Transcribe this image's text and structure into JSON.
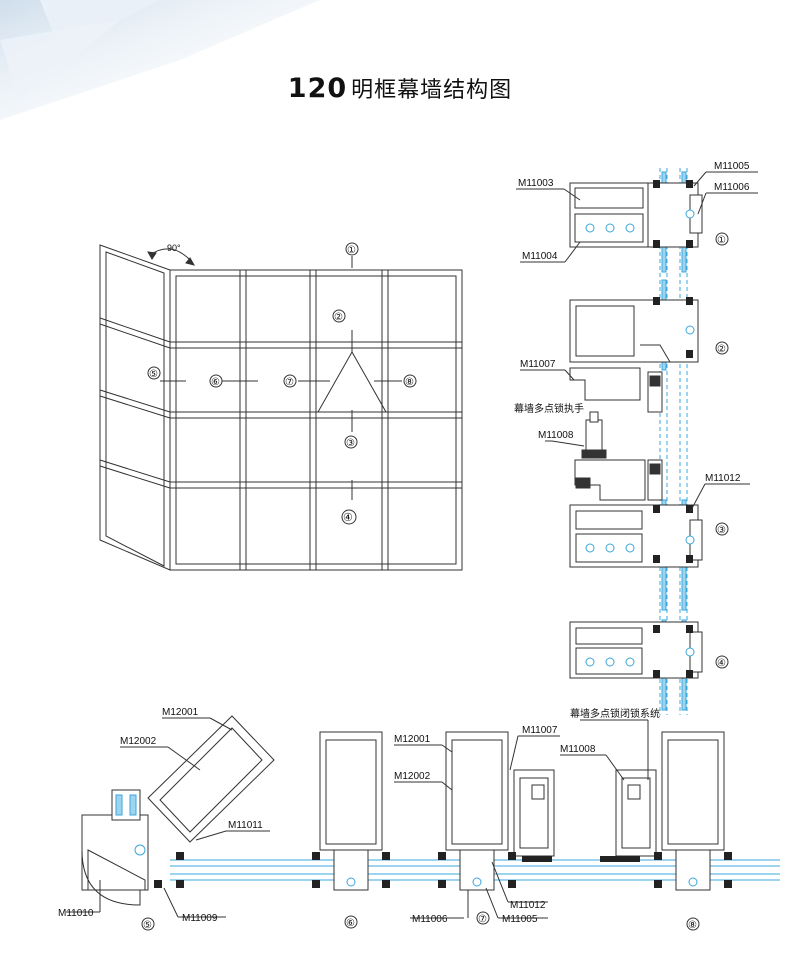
{
  "title": {
    "number": "120",
    "text": "明框幕墙结构图"
  },
  "overview": {
    "angle_label": "90°",
    "markers": [
      "①",
      "②",
      "③",
      "④",
      "⑤",
      "⑥",
      "⑦",
      "⑧"
    ]
  },
  "vertical_section": {
    "labels": {
      "m11003": "M11003",
      "m11005": "M11005",
      "m11006": "M11006",
      "m11004": "M11004",
      "m11007": "M11007",
      "handle": "幕墙多点锁执手",
      "m11008": "M11008",
      "m11012": "M11012"
    },
    "markers": [
      "①",
      "②",
      "③",
      "④"
    ]
  },
  "horizontal_section": {
    "labels": {
      "m12001a": "M12001",
      "m12002a": "M12002",
      "m11011": "M11011",
      "m11010": "M11010",
      "m11009": "M11009",
      "m12001b": "M12001",
      "m12002b": "M12002",
      "lock_system": "幕墙多点锁闭锁系统",
      "m11007": "M11007",
      "m11008": "M11008",
      "m11012": "M11012",
      "m11006": "M11006",
      "m11005": "M11005"
    },
    "markers": [
      "⑤",
      "⑥",
      "⑦",
      "⑧"
    ]
  },
  "colors": {
    "line": "#333333",
    "glass": "#3aa7dc",
    "profile": "#ffffff",
    "deco": "#dfe9f3"
  }
}
